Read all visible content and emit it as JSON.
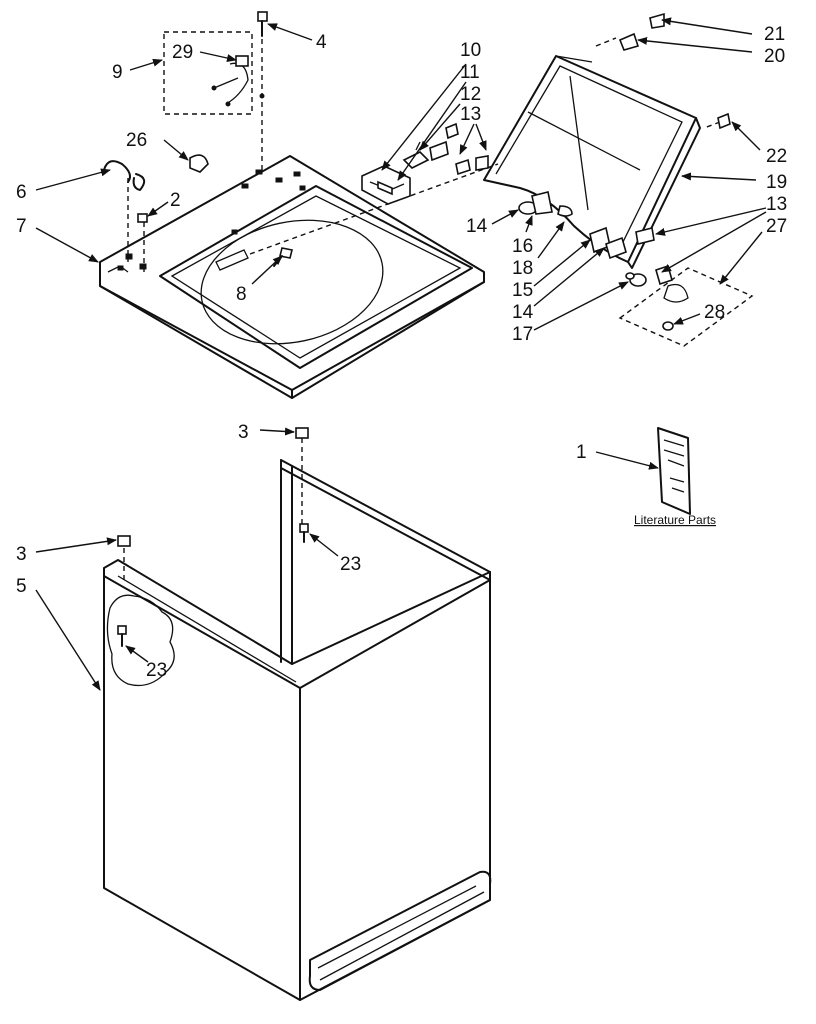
{
  "labels": {
    "l1": "1",
    "l2": "2",
    "l3a": "3",
    "l3b": "3",
    "l4": "4",
    "l5": "5",
    "l6": "6",
    "l7": "7",
    "l8": "8",
    "l9": "9",
    "l10": "10",
    "l11": "11",
    "l12": "12",
    "l13a": "13",
    "l13b": "13",
    "l14a": "14",
    "l14b": "14",
    "l15": "15",
    "l16": "16",
    "l17": "17",
    "l18": "18",
    "l19": "19",
    "l20": "20",
    "l21": "21",
    "l22": "22",
    "l23a": "23",
    "l23b": "23",
    "l26": "26",
    "l27": "27",
    "l28": "28",
    "l29": "29"
  },
  "literature_caption": "Literature Parts"
}
